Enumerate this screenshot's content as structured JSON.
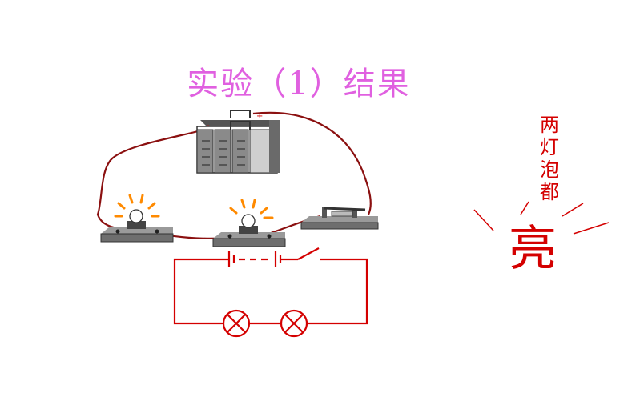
{
  "title": "实验（1）结果",
  "result_label": {
    "chars": [
      "两",
      "灯",
      "泡",
      "都"
    ],
    "emphasis": "亮"
  },
  "battery": {
    "pos_sign": "+",
    "neg_sign": "-"
  },
  "colors": {
    "title": "#e060e0",
    "wire": "#8b1010",
    "schematic": "#d40000",
    "rays": "#ff8a00",
    "text": "#d40000"
  }
}
